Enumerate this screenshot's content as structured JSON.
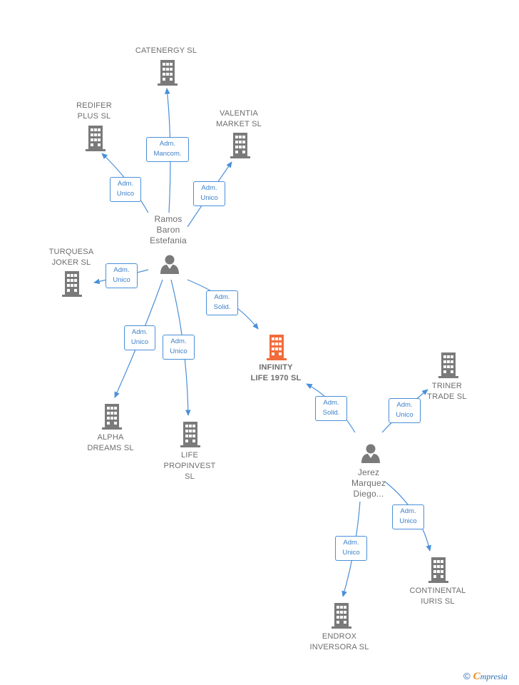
{
  "colors": {
    "company": "#7a7a7a",
    "focus_company": "#f26b3a",
    "person": "#7a7a7a",
    "link": "#4a8fd8"
  },
  "icons": {
    "company": "building-icon",
    "person": "person-icon",
    "copyright": "copyright-icon"
  },
  "nodes": {
    "catenergy": {
      "label": "CATENERGY SL"
    },
    "redifer": {
      "label": "REDIFER\nPLUS  SL"
    },
    "valentia": {
      "label": "VALENTIA\nMARKET  SL"
    },
    "turquesa": {
      "label": "TURQUESA\nJOKER  SL"
    },
    "ramos": {
      "label": "Ramos\nBaron\nEstefania"
    },
    "infinity": {
      "label": "INFINITY\nLIFE 1970  SL"
    },
    "alpha": {
      "label": "ALPHA\nDREAMS  SL"
    },
    "life": {
      "label": "LIFE\nPROPINVEST\nSL"
    },
    "triner": {
      "label": "TRINER\nTRADE SL"
    },
    "jerez": {
      "label": "Jerez\nMarquez\nDiego..."
    },
    "continental": {
      "label": "CONTINENTAL\nIURIS  SL"
    },
    "endrox": {
      "label": "ENDROX\nINVERSORA SL"
    }
  },
  "roles": {
    "ramos_catenergy": "Adm.\nMancom.",
    "ramos_redifer": "Adm.\nUnico",
    "ramos_valentia": "Adm.\nUnico",
    "ramos_turquesa": "Adm.\nUnico",
    "ramos_infinity": "Adm.\nSolid.",
    "ramos_alpha": "Adm.\nUnico",
    "ramos_life": "Adm.\nUnico",
    "jerez_infinity": "Adm.\nSolid.",
    "jerez_triner": "Adm.\nUnico",
    "jerez_continental": "Adm.\nUnico",
    "jerez_endrox": "Adm.\nUnico"
  },
  "footer": {
    "copyright": "©",
    "brand_initial": "C",
    "brand_rest": "mpresia"
  }
}
